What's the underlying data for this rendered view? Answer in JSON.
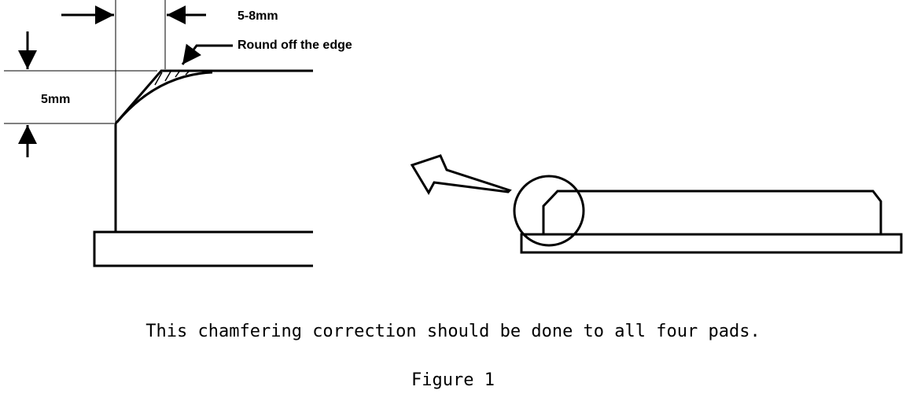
{
  "labels": {
    "width_dim": "5-8mm",
    "round_note": "Round off the edge",
    "height_dim": "5mm",
    "caption": "This chamfering correction should be done to all four pads.",
    "figure_title": "Figure 1"
  },
  "colors": {
    "ink": "#000000",
    "paper": "#ffffff"
  }
}
